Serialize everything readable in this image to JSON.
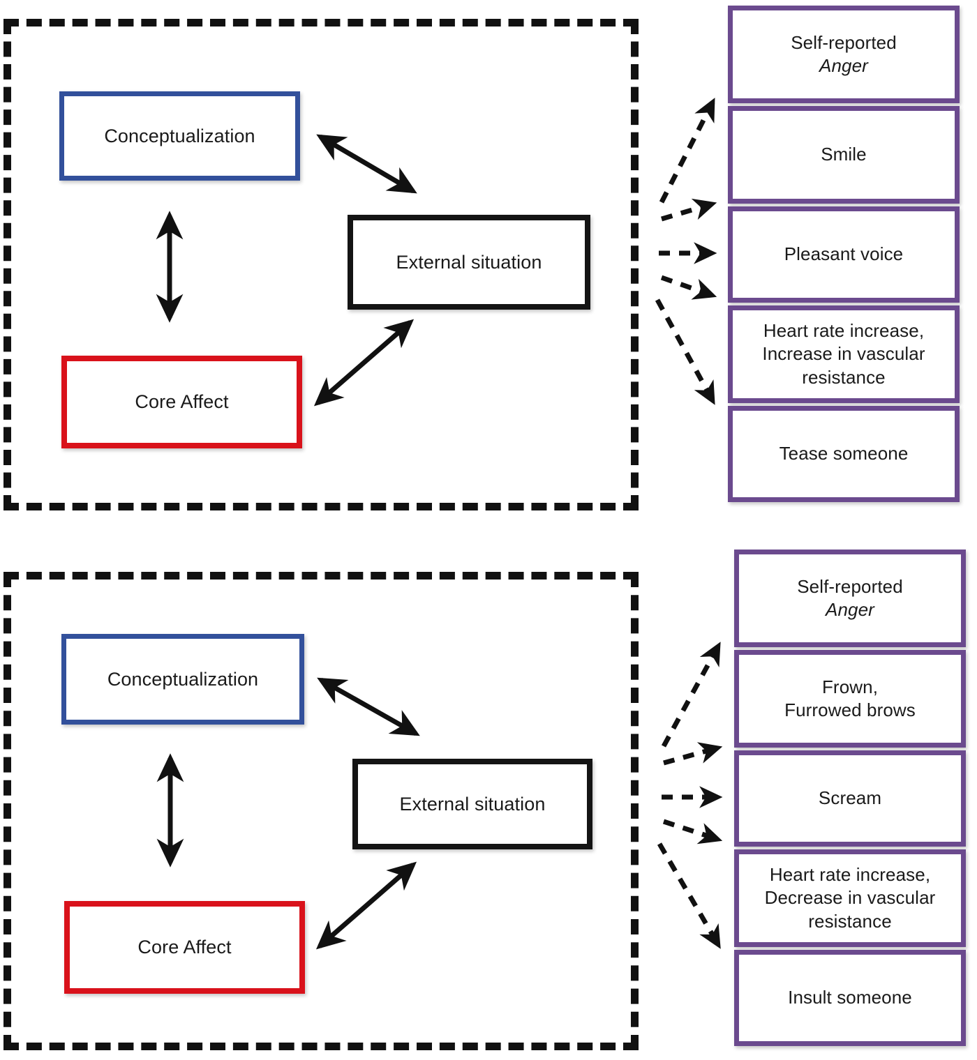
{
  "figure": {
    "type": "psychological-constructionist-model-diagram",
    "colors": {
      "panel_border": "#111111",
      "conceptualization_border": "#32509b",
      "core_affect_border": "#d9121b",
      "external_situation_border": "#141414",
      "outcome_border": "#6b4a8e",
      "arrow": "#111111",
      "background": "#ffffff"
    }
  },
  "panels": [
    {
      "id": "top-panel",
      "nodes": {
        "conceptualization": "Conceptualization",
        "core_affect": "Core Affect",
        "external_situation": "External situation"
      },
      "outcomes": [
        {
          "id": "self-reported-anger",
          "line1": "Self-reported",
          "line2": "Anger",
          "line2_italic": true
        },
        {
          "id": "smile",
          "line1": "Smile"
        },
        {
          "id": "pleasant-voice",
          "line1": "Pleasant voice"
        },
        {
          "id": "autonomic-response",
          "line1": "Heart rate increase,",
          "line2": "Increase in vascular",
          "line3": "resistance"
        },
        {
          "id": "tease-someone",
          "line1": "Tease someone"
        }
      ]
    },
    {
      "id": "bottom-panel",
      "nodes": {
        "conceptualization": "Conceptualization",
        "core_affect": "Core Affect",
        "external_situation": "External situation"
      },
      "outcomes": [
        {
          "id": "self-reported-anger",
          "line1": "Self-reported",
          "line2": "Anger",
          "line2_italic": true
        },
        {
          "id": "frown-furrowed-brows",
          "line1": "Frown,",
          "line2": "Furrowed brows"
        },
        {
          "id": "scream",
          "line1": "Scream"
        },
        {
          "id": "autonomic-response",
          "line1": "Heart rate increase,",
          "line2": "Decrease in vascular",
          "line3": "resistance"
        },
        {
          "id": "insult-someone",
          "line1": "Insult someone"
        }
      ]
    }
  ]
}
